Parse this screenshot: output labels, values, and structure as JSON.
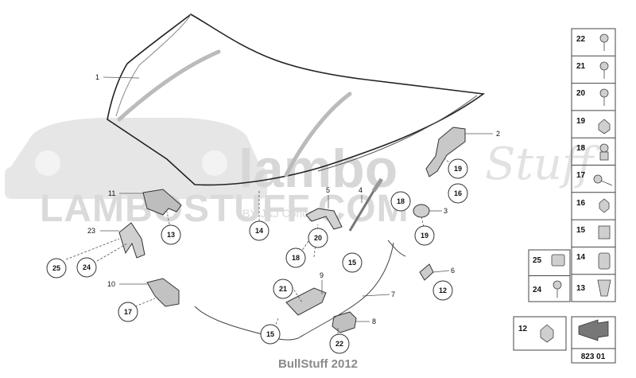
{
  "watermark": {
    "brand": "lambo",
    "script": "Stuff",
    "site": "LAMBOSTUFF.COM",
    "tagline": "BY J&J Concepts"
  },
  "callouts": {
    "c1": "1",
    "c2": "2",
    "c3": "3",
    "c4": "4",
    "c5": "5",
    "c6": "6",
    "c7": "7",
    "c8": "8",
    "c9": "9",
    "c10": "10",
    "c11": "11",
    "c23": "23"
  },
  "circles": {
    "c12a": "12",
    "c13": "13",
    "c14": "14",
    "c15a": "15",
    "c15b": "15",
    "c16": "16",
    "c17": "17",
    "c18a": "18",
    "c18b": "18",
    "c19a": "19",
    "c19b": "19",
    "c20": "20",
    "c21": "21",
    "c22": "22",
    "c24": "24",
    "c25": "25"
  },
  "parts_panel": {
    "right_column": [
      "22",
      "21",
      "20",
      "19",
      "18",
      "17",
      "16",
      "15",
      "14",
      "13"
    ],
    "left_column": [
      "25",
      "24"
    ],
    "separate": "12"
  },
  "diagram_code": "823 01",
  "footer": "BullStuff 2012"
}
